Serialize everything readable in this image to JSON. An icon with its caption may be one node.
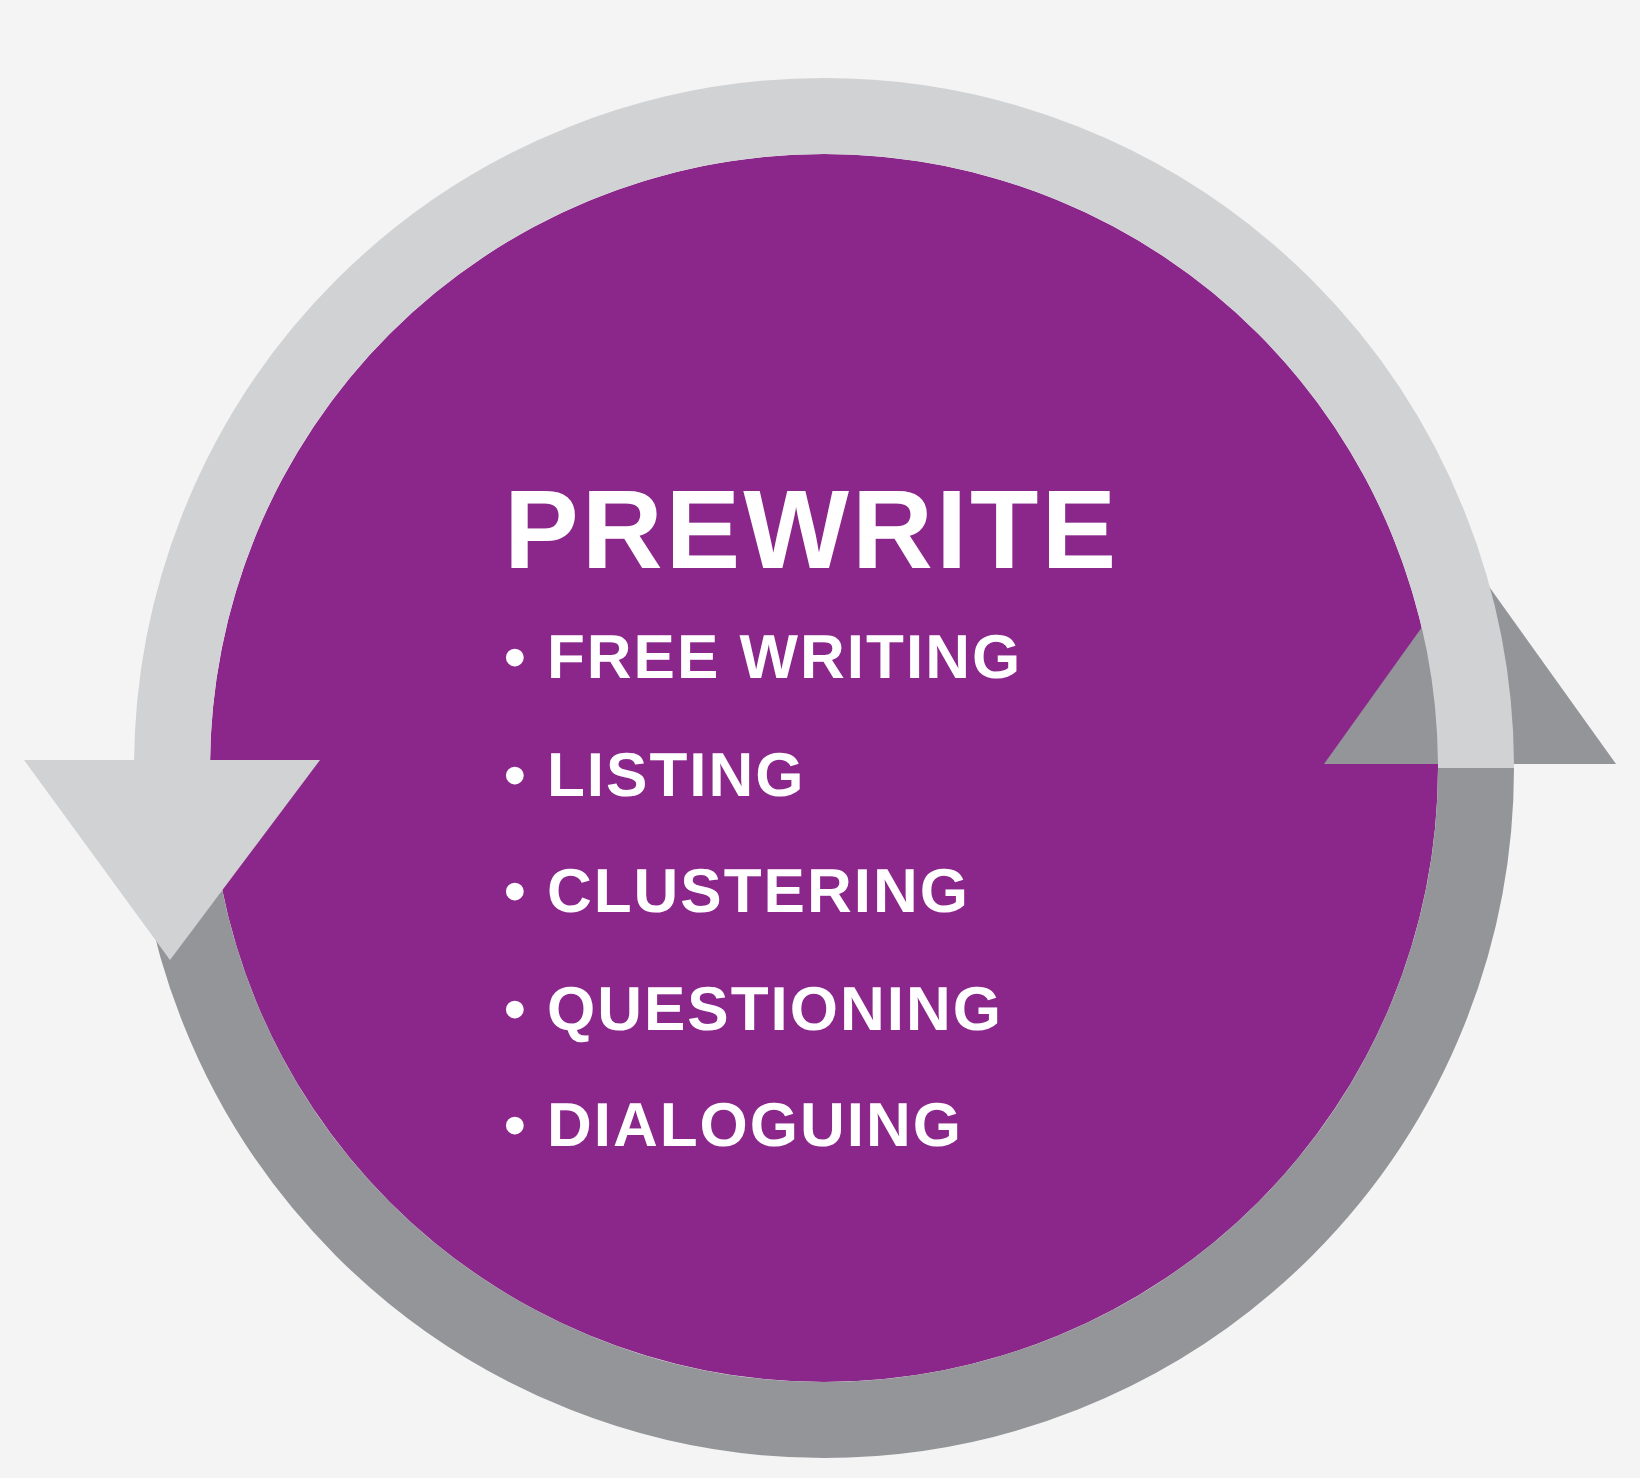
{
  "diagram": {
    "nodes": [
      {
        "text": [
          "PREWRITE",
          "• FREE WRITING",
          "• LISTING",
          "• CLUSTERING",
          "• QUESTIONING",
          "• DIALOGUING"
        ]
      }
    ]
  }
}
